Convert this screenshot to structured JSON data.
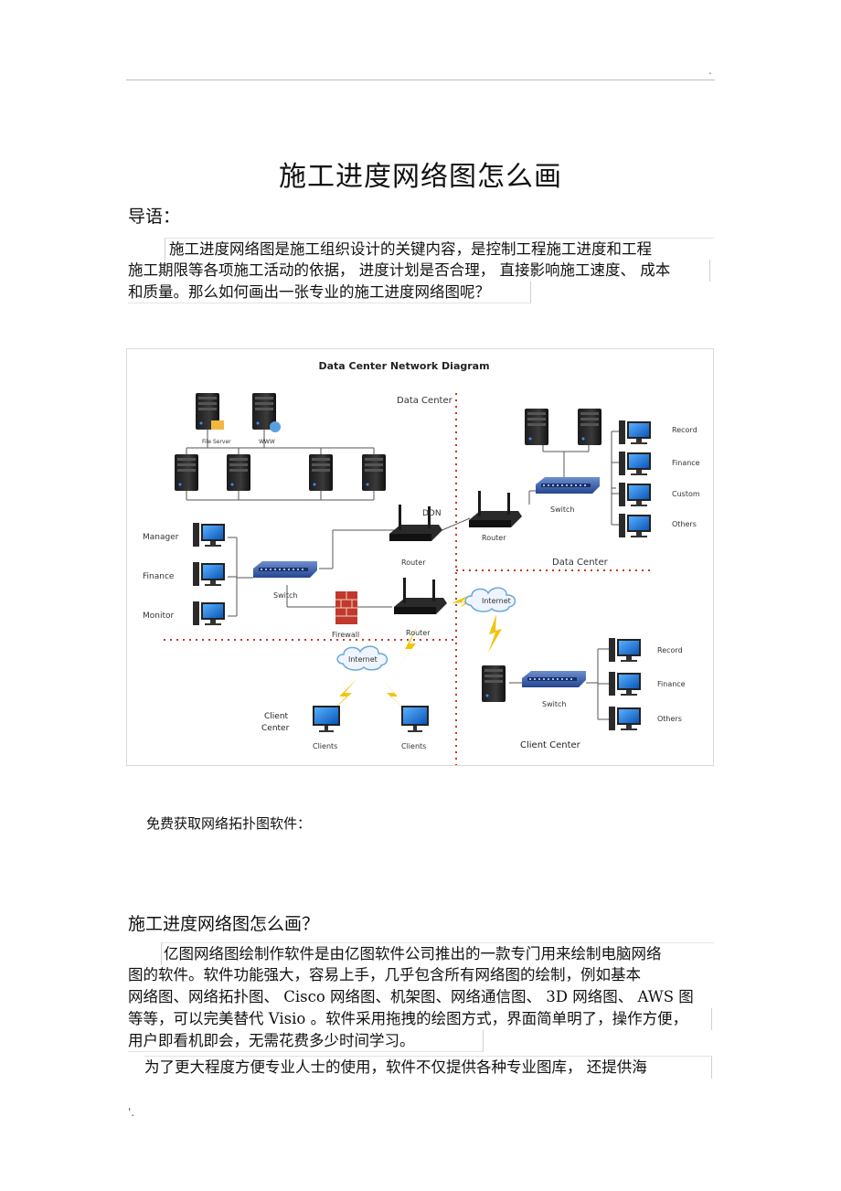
{
  "header": {
    "mark": "."
  },
  "title": "施工进度网络图怎么画",
  "intro": {
    "label": "导语：",
    "lines": [
      "施工进度网络图是施工组织设计的关键内容，是控制工程施工进度和工程",
      "施工期限等各项施工活动的依据，    进度计划是否合理，    直接影响施工速度、    成本",
      "和质量。那么如何画出一张专业的施工进度网络图呢？"
    ]
  },
  "diagram": {
    "title": "Data Center Network Diagram",
    "labels": {
      "data_center_top": "Data Center",
      "data_center_right": "Data Center",
      "file_server": "File Server",
      "www": "WWW",
      "ddn": "DDN",
      "router_top": "Router",
      "router_right": "Router",
      "router_mid": "Router",
      "switch_left": "Switch",
      "switch_right_top": "Switch",
      "switch_right_bottom": "Switch",
      "firewall": "Firewall",
      "internet_left": "Internet",
      "internet_right": "Internet",
      "manager": "Manager",
      "finance_left": "Finance",
      "monitor": "Monitor",
      "record_top": "Record",
      "finance_top": "Finance",
      "custom": "Custom",
      "others_top": "Others",
      "record_bottom": "Record",
      "finance_bottom": "Finance",
      "others_bottom": "Others",
      "client_center_left_1": "Client",
      "client_center_left_2": "Center",
      "clients_1": "Clients",
      "clients_2": "Clients",
      "client_center_bottom": "Client Center"
    }
  },
  "get_software": "免费获取网络拓扑图软件：",
  "section_title": "施工进度网络图怎么画？",
  "body": {
    "p1_lines": [
      "亿图网络图绘制作软件是由亿图软件公司推出的一款专门用来绘制电脑网络",
      "图的软件。软件功能强大，容易上手，几乎包含所有网络图的绘制，例如基本",
      "网络图、网络拓扑图、 Cisco 网络图、机架图、网络通信图、 3D 网络图、 AWS 图",
      "等等，可以完美替代 Visio 。软件采用拖拽的绘图方式，界面简单明了，操作方便，",
      "用户即看机即会，无需花费多少时间学习。"
    ],
    "p2_line": "为了更大程度方便专业人士的使用，软件不仅提供各种专业图库，            还提供海"
  },
  "footer": {
    "mark": "'."
  }
}
